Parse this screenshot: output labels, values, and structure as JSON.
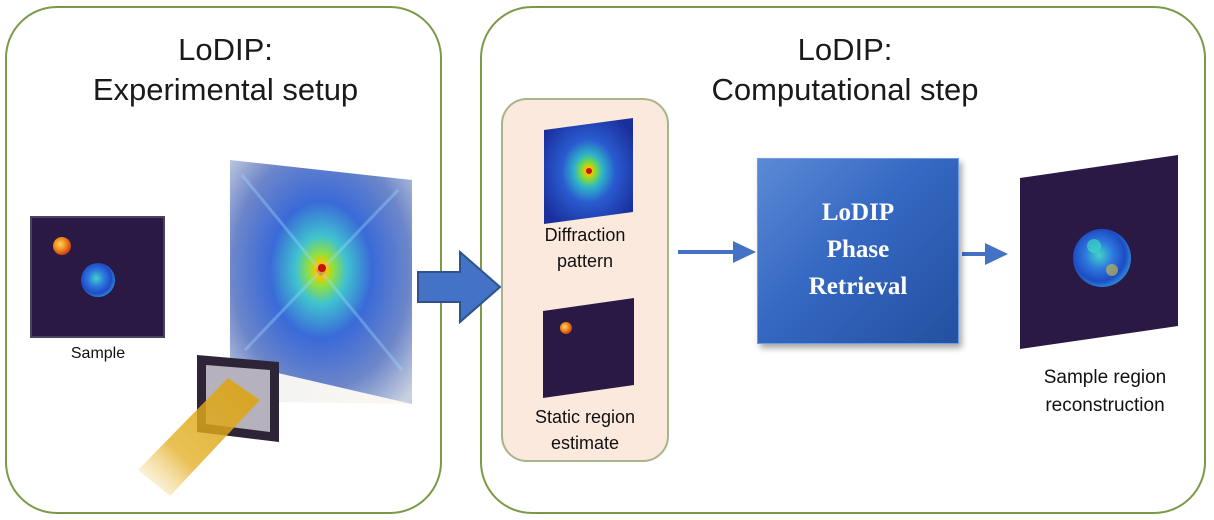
{
  "left_panel": {
    "title_line1": "LoDIP:",
    "title_line2": "Experimental setup",
    "sample_label": "Sample"
  },
  "right_panel": {
    "title_line1": "LoDIP:",
    "title_line2": "Computational step",
    "diffraction_label_line1": "Diffraction",
    "diffraction_label_line2": "pattern",
    "static_label_line1": "Static region",
    "static_label_line2": "estimate",
    "phase_retrieval_line1": "LoDIP",
    "phase_retrieval_line2": "Phase",
    "phase_retrieval_line3": "Retrieval",
    "output_label_line1": "Sample region",
    "output_label_line2": "reconstruction"
  },
  "colors": {
    "panel_border": "#7a9a4a",
    "inner_fill": "#fbe9de",
    "arrow": "#4472c4",
    "box": "#3568c2",
    "dark_sample": "#2a1845"
  }
}
